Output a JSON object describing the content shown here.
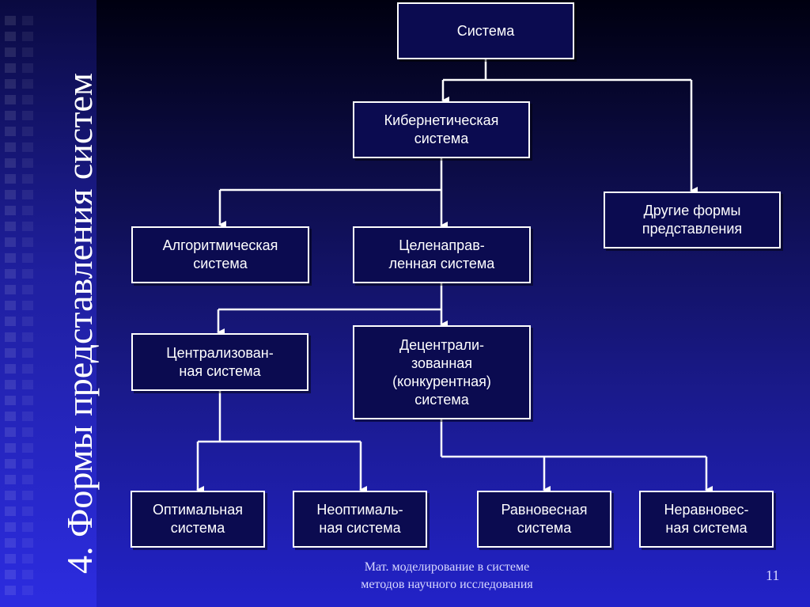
{
  "title": "4. Формы представления систем",
  "nodes": {
    "system": "Система",
    "cybernetic": "Кибернетическая\nсистема",
    "other_forms": "Другие формы\nпредставления",
    "algorithmic": "Алгоритмическая\nсистема",
    "goal_directed": "Целенаправ-\nленная система",
    "centralized": "Централизован-\nная система",
    "decentralized": "Децентрали-\nзованная\n(конкурентная)\nсистема",
    "optimal": "Оптимальная\nсистема",
    "non_optimal": "Неоптималь-\nная система",
    "equilibrium": "Равновесная\nсистема",
    "non_equilibrium": "Неравновес-\nная система"
  },
  "footer": "Мат. моделирование в системе\nметодов научного исследования",
  "page_number": "11",
  "colors": {
    "node_fill": "#0b0b50",
    "line": "#ffffff",
    "text": "#ffffff"
  }
}
